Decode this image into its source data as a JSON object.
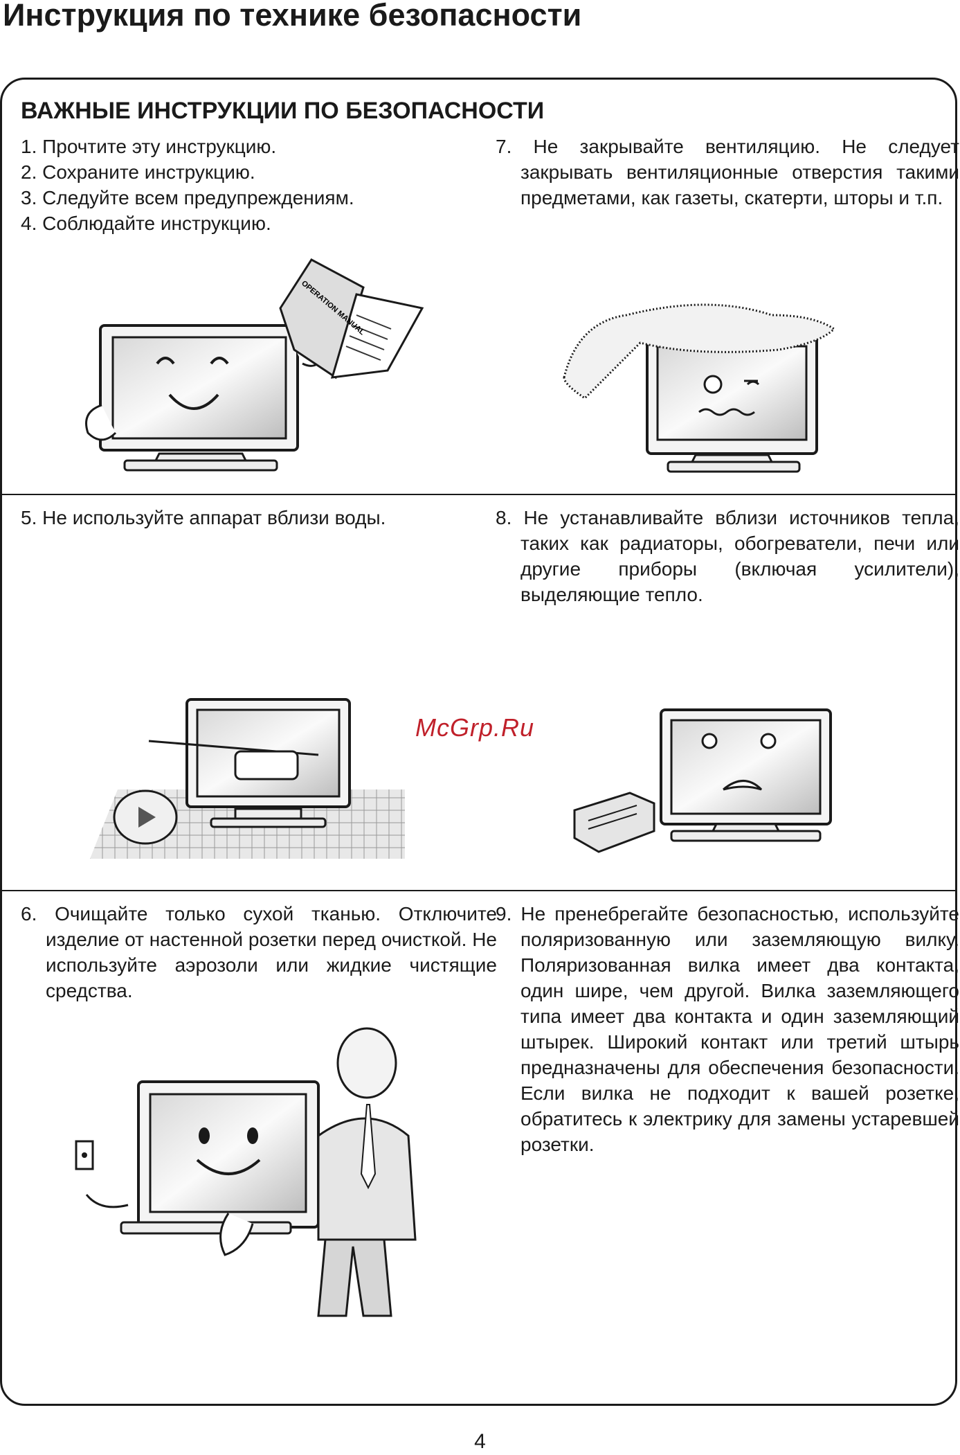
{
  "page": {
    "title": "Инструкция по технике безопасности",
    "section_heading": "ВАЖНЫЕ ИНСТРУКЦИИ ПО БЕЗОПАСНОСТИ",
    "page_number": "4",
    "watermark": "McGrp.Ru"
  },
  "instructions": {
    "item1": "1. Прочтите эту инструкцию.",
    "item2": "2. Сохраните инструкцию.",
    "item3": "3. Следуйте всем предупреждениям.",
    "item4": "4. Соблюдайте инструкцию.",
    "item5": "5. Не используйте аппарат вблизи воды.",
    "item6": "6.  Очищайте только сухой тканью. Отключите изделие от настенной розетки перед очисткой. Не используйте аэрозоли или жидкие чистящие средства.",
    "item7": "7. Не закрывайте вентиляцию. Не следует закрывать вентиляционные отверстия такими предметами, как газеты, скатерти, шторы и т.п.",
    "item8": "8.  Не устанавливайте вблизи источников тепла, таких как радиаторы, обогреватели, печи или другие приборы (включая усилители), выделяющие тепло.",
    "item9": "9.  Не пренебрегайте безопасностью, используйте поляризованную или заземляющую вилку. Поляризованная вилка имеет два контакта, один шире, чем другой. Вилка заземляющего типа имеет два контакта и один заземляющий штырек. Широкий контакт или третий штырь предназначены для обеспечения безопасности. Если вилка не подходит к вашей розетке, обратитесь к электрику для замены устаревшей розетки."
  },
  "illustrations": {
    "manual_label": "OPERATION MANUAL"
  }
}
